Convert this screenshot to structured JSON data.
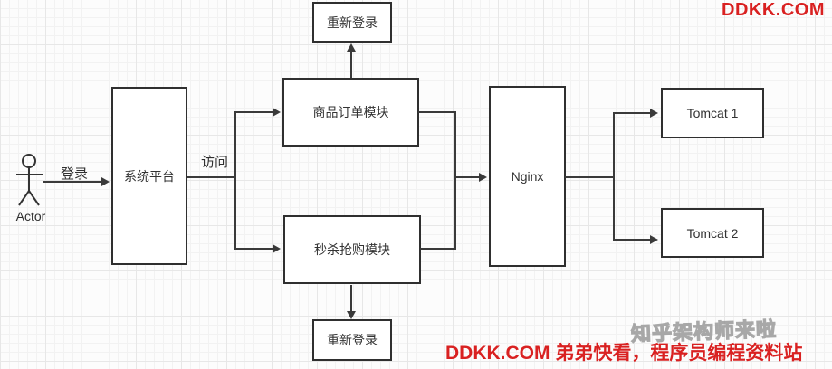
{
  "branding": {
    "top_right": "DDKK.COM",
    "bottom_banner": "DDKK.COM 弟弟快看，程序员编程资料站",
    "accent_red": "#d92121"
  },
  "watermark": "知乎架构师来啦",
  "diagram": {
    "actor": {
      "label": "Actor"
    },
    "nodes": {
      "relogin_top": {
        "label": "重新登录"
      },
      "order_module": {
        "label": "商品订单模块"
      },
      "system_platform": {
        "label": "系统平台"
      },
      "seckill_module": {
        "label": "秒杀抢购模块"
      },
      "relogin_bottom": {
        "label": "重新登录"
      },
      "nginx": {
        "label": "Nginx"
      },
      "tomcat1": {
        "label": "Tomcat 1"
      },
      "tomcat2": {
        "label": "Tomcat 2"
      }
    },
    "edge_labels": {
      "login": "登录",
      "access": "访问"
    },
    "colors": {
      "line": "#3a3a3a",
      "grid_major": "#e7e7e7",
      "grid_minor": "#f2f2f2",
      "background": "#fcfcfc"
    }
  }
}
